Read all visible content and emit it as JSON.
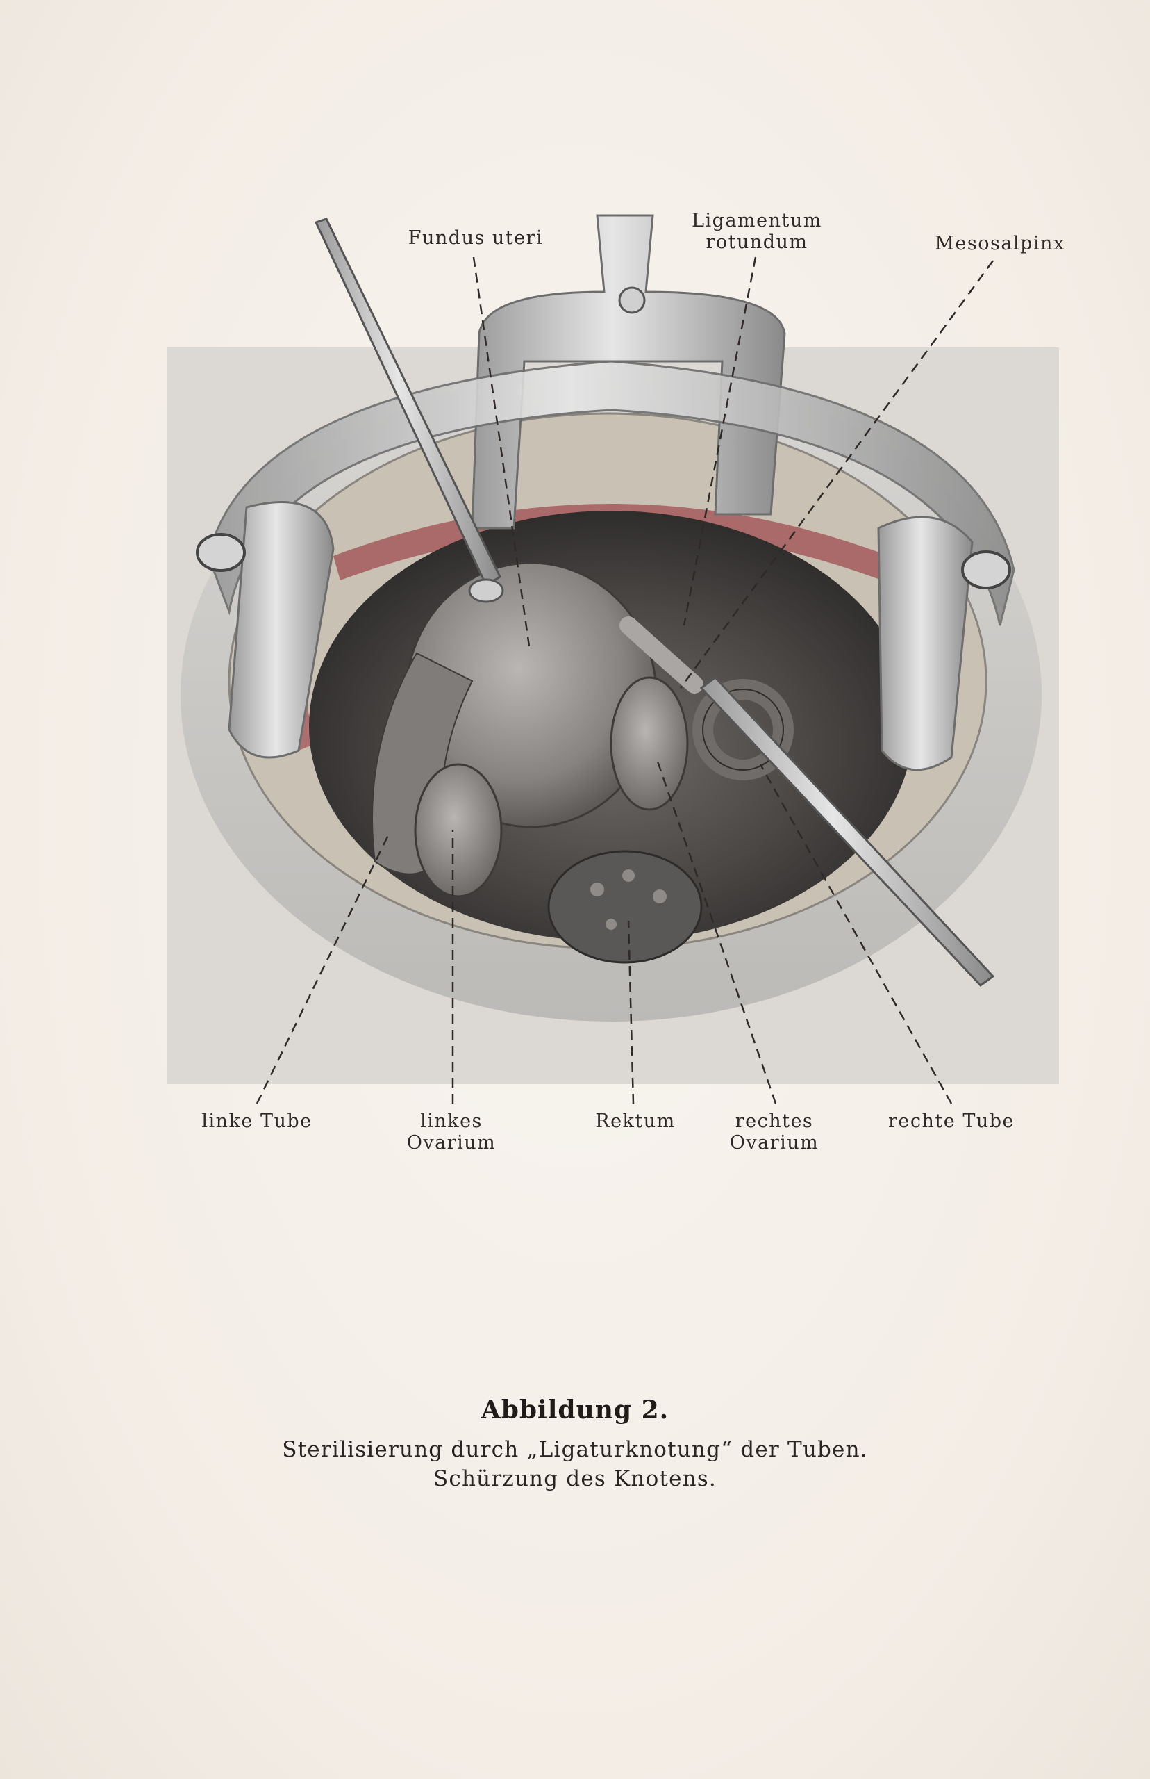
{
  "figure": {
    "labels": {
      "fundus_uteri": "Fundus uteri",
      "ligamentum_rotundum": [
        "Ligamentum",
        "rotundum"
      ],
      "mesosalpinx": "Mesosalpinx",
      "linke_tube": "linke Tube",
      "linkes_ovarium": [
        "linkes",
        "Ovarium"
      ],
      "rektum": "Rektum",
      "rechtes_ovarium": [
        "rechtes",
        "Ovarium"
      ],
      "rechte_tube": "rechte Tube"
    },
    "colors": {
      "paper": "#f4efe9",
      "tissue": "#8c8a88",
      "muscle": "#a55a5c",
      "metal": "#c9c9c9",
      "ink": "#2f2a27"
    }
  },
  "caption": {
    "title": "Abbildung 2.",
    "line1": "Sterilisierung durch „Ligaturknotung“ der Tuben.",
    "line2": "Schürzung des Knotens."
  }
}
